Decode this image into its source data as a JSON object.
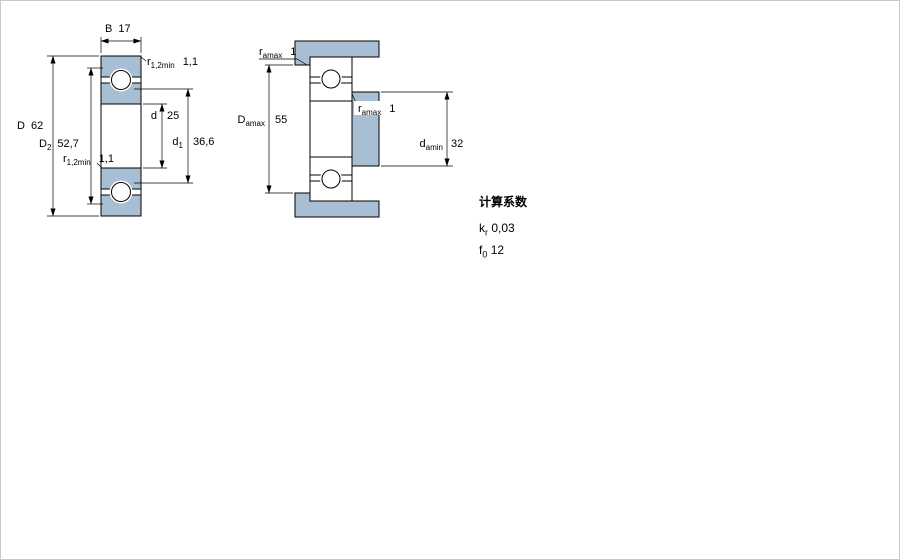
{
  "colors": {
    "steel_blue_fill": "#a8bed3",
    "line": "#000000"
  },
  "left_drawing": {
    "name": "bearing cross-section",
    "dims": {
      "B": {
        "label": "B",
        "value": "17"
      },
      "r_top": {
        "base": "r",
        "sub": "1,2min",
        "value": "1,1"
      },
      "D": {
        "label": "D",
        "value": "62"
      },
      "D2": {
        "base": "D",
        "sub": "2",
        "value": "52,7"
      },
      "d": {
        "label": "d",
        "value": "25"
      },
      "d1": {
        "base": "d",
        "sub": "1",
        "value": "36,6"
      },
      "r_bottom": {
        "base": "r",
        "sub": "1,2min",
        "value": "1,1"
      }
    }
  },
  "right_drawing": {
    "name": "abutment dimensions",
    "dims": {
      "ra_top": {
        "base": "r",
        "sub": "amax",
        "value": "1"
      },
      "Da": {
        "base": "D",
        "sub": "amax",
        "value": "55"
      },
      "ra_mid": {
        "base": "r",
        "sub": "amax",
        "value": "1"
      },
      "da": {
        "base": "d",
        "sub": "amin",
        "value": "32"
      }
    }
  },
  "calculation_factors": {
    "title": "计算系数",
    "rows": [
      {
        "base": "k",
        "sub": "r",
        "value": "0,03"
      },
      {
        "base": "f",
        "sub": "0",
        "value": "12"
      }
    ]
  }
}
